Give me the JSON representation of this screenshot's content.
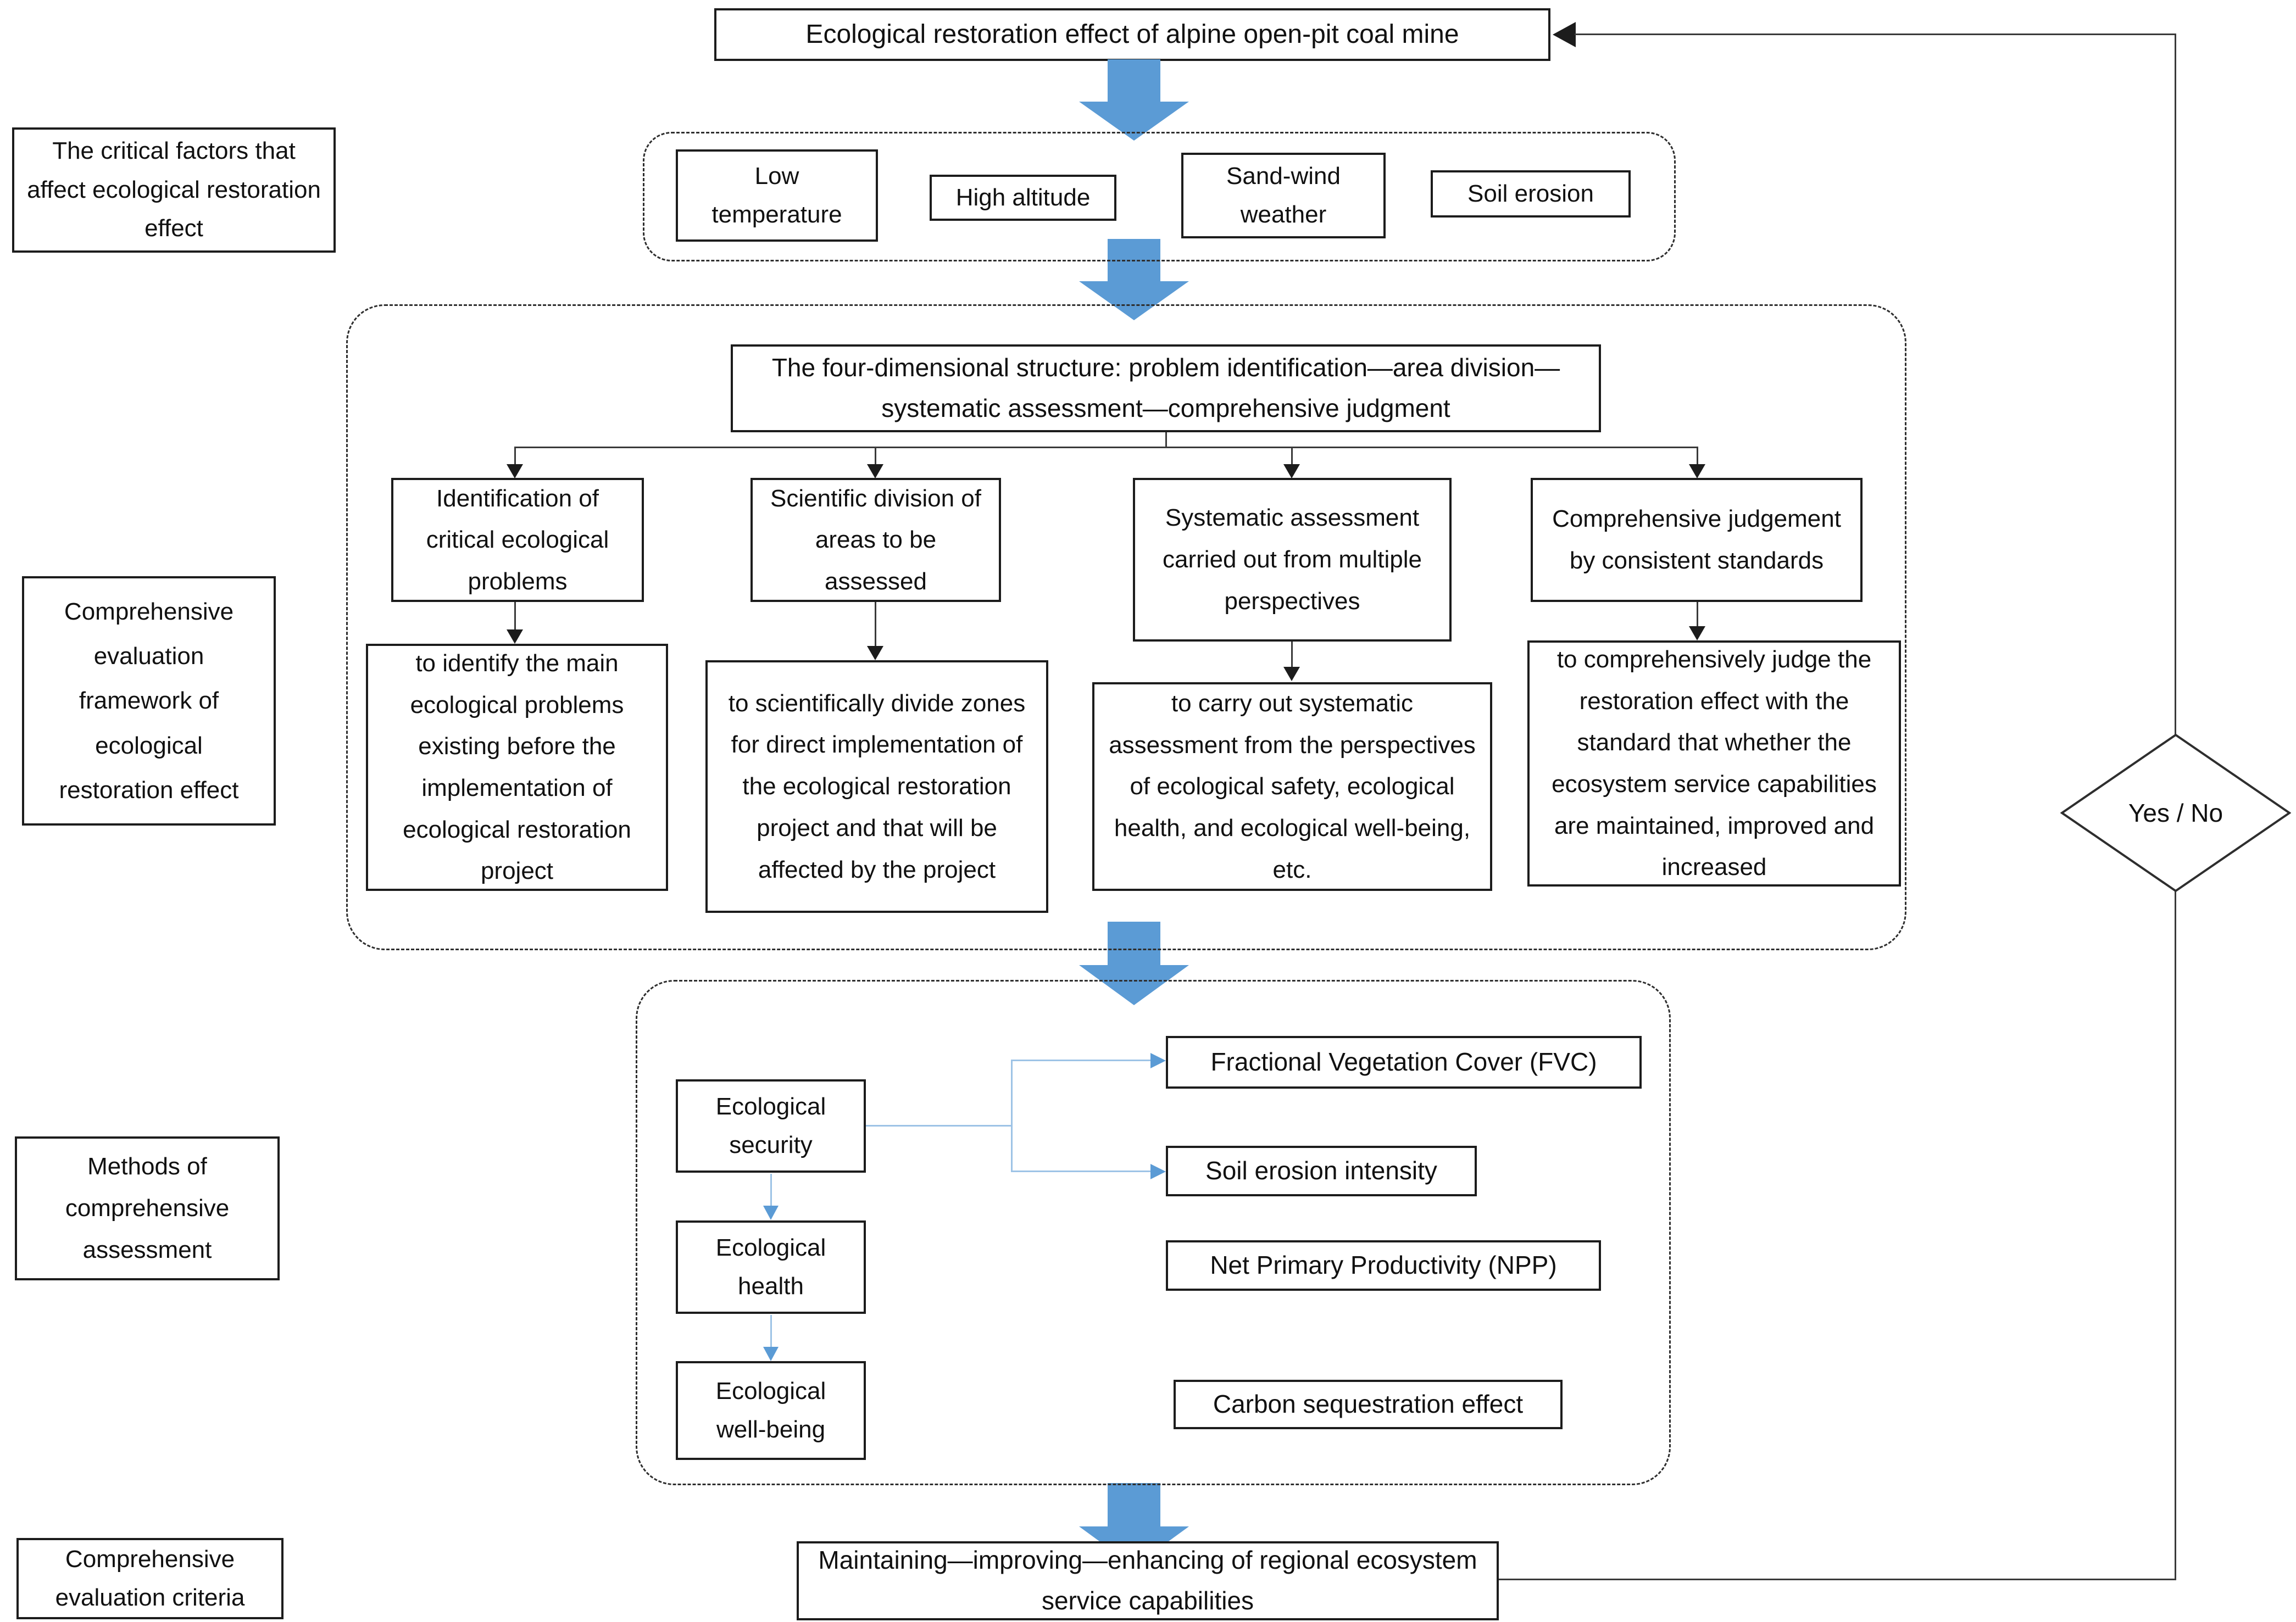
{
  "title": "Ecological restoration effect of alpine open-pit coal mine",
  "side_labels": {
    "critical_factors": "The critical factors that affect ecological restoration effect",
    "framework": "Comprehensive evaluation framework of ecological restoration effect",
    "methods": "Methods of comprehensive assessment",
    "criteria": "Comprehensive evaluation criteria"
  },
  "factors": [
    "Low temperature",
    "High altitude",
    "Sand-wind weather",
    "Soil erosion"
  ],
  "framework": {
    "header": "The four-dimensional structure: problem identification—area division—systematic assessment—comprehensive judgment",
    "columns": [
      {
        "title": "Identification of critical ecological problems",
        "desc": "to identify the main ecological problems existing before the implementation of ecological restoration project"
      },
      {
        "title": "Scientific division of areas to be assessed",
        "desc": "to scientifically divide zones for direct implementation of the ecological restoration project and that will be affected by the project"
      },
      {
        "title": "Systematic assessment carried out from multiple perspectives",
        "desc": "to carry out systematic assessment from the perspectives of ecological safety, ecological health, and ecological well-being, etc."
      },
      {
        "title": "Comprehensive judgement by consistent standards",
        "desc": "to comprehensively judge the restoration effect with the standard that whether the ecosystem service capabilities are maintained, improved and increased"
      }
    ]
  },
  "methods": {
    "perspectives": [
      "Ecological security",
      "Ecological health",
      "Ecological well-being"
    ],
    "indicators": [
      "Fractional Vegetation Cover (FVC)",
      "Soil erosion intensity",
      "Net Primary Productivity (NPP)",
      "Carbon sequestration effect"
    ]
  },
  "criteria": "Maintaining—improving—enhancing  of  regional ecosystem service capabilities",
  "decision": "Yes / No",
  "colors": {
    "arrow_blue": "#5b9bd5",
    "connector_blue": "#9dc3e6",
    "line": "#3a3a3a"
  }
}
